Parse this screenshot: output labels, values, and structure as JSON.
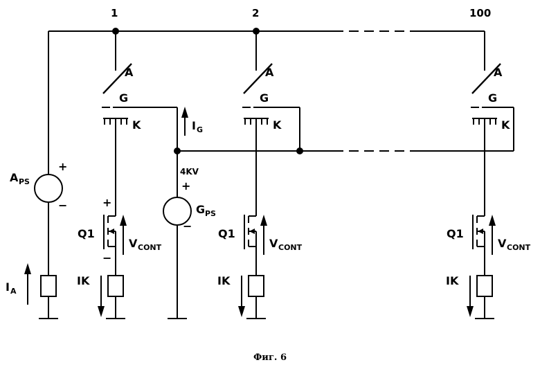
{
  "columns": [
    {
      "number": "1",
      "anode": "A",
      "gate": "G",
      "cathode": "K",
      "transistor": "Q1",
      "control_main": "V",
      "control_sub": "CONT",
      "current": "IK"
    },
    {
      "number": "2",
      "anode": "A",
      "gate": "G",
      "cathode": "K",
      "transistor": "Q1",
      "control_main": "V",
      "control_sub": "CONT",
      "current": "IK"
    },
    {
      "number": "100",
      "anode": "A",
      "gate": "G",
      "cathode": "K",
      "transistor": "Q1",
      "control_main": "V",
      "control_sub": "CONT",
      "current": "IK"
    }
  ],
  "anode_supply": {
    "main": "A",
    "sub": "PS",
    "plus": "+",
    "minus": "−",
    "current_main": "I",
    "current_sub": "A"
  },
  "gate_supply": {
    "main": "G",
    "sub": "PS",
    "voltage": "4KV",
    "plus": "+",
    "minus": "−",
    "current_main": "I",
    "current_sub": "G"
  },
  "transistor_polarity": {
    "plus": "+",
    "minus": "−"
  },
  "caption": "Фиг. 6"
}
